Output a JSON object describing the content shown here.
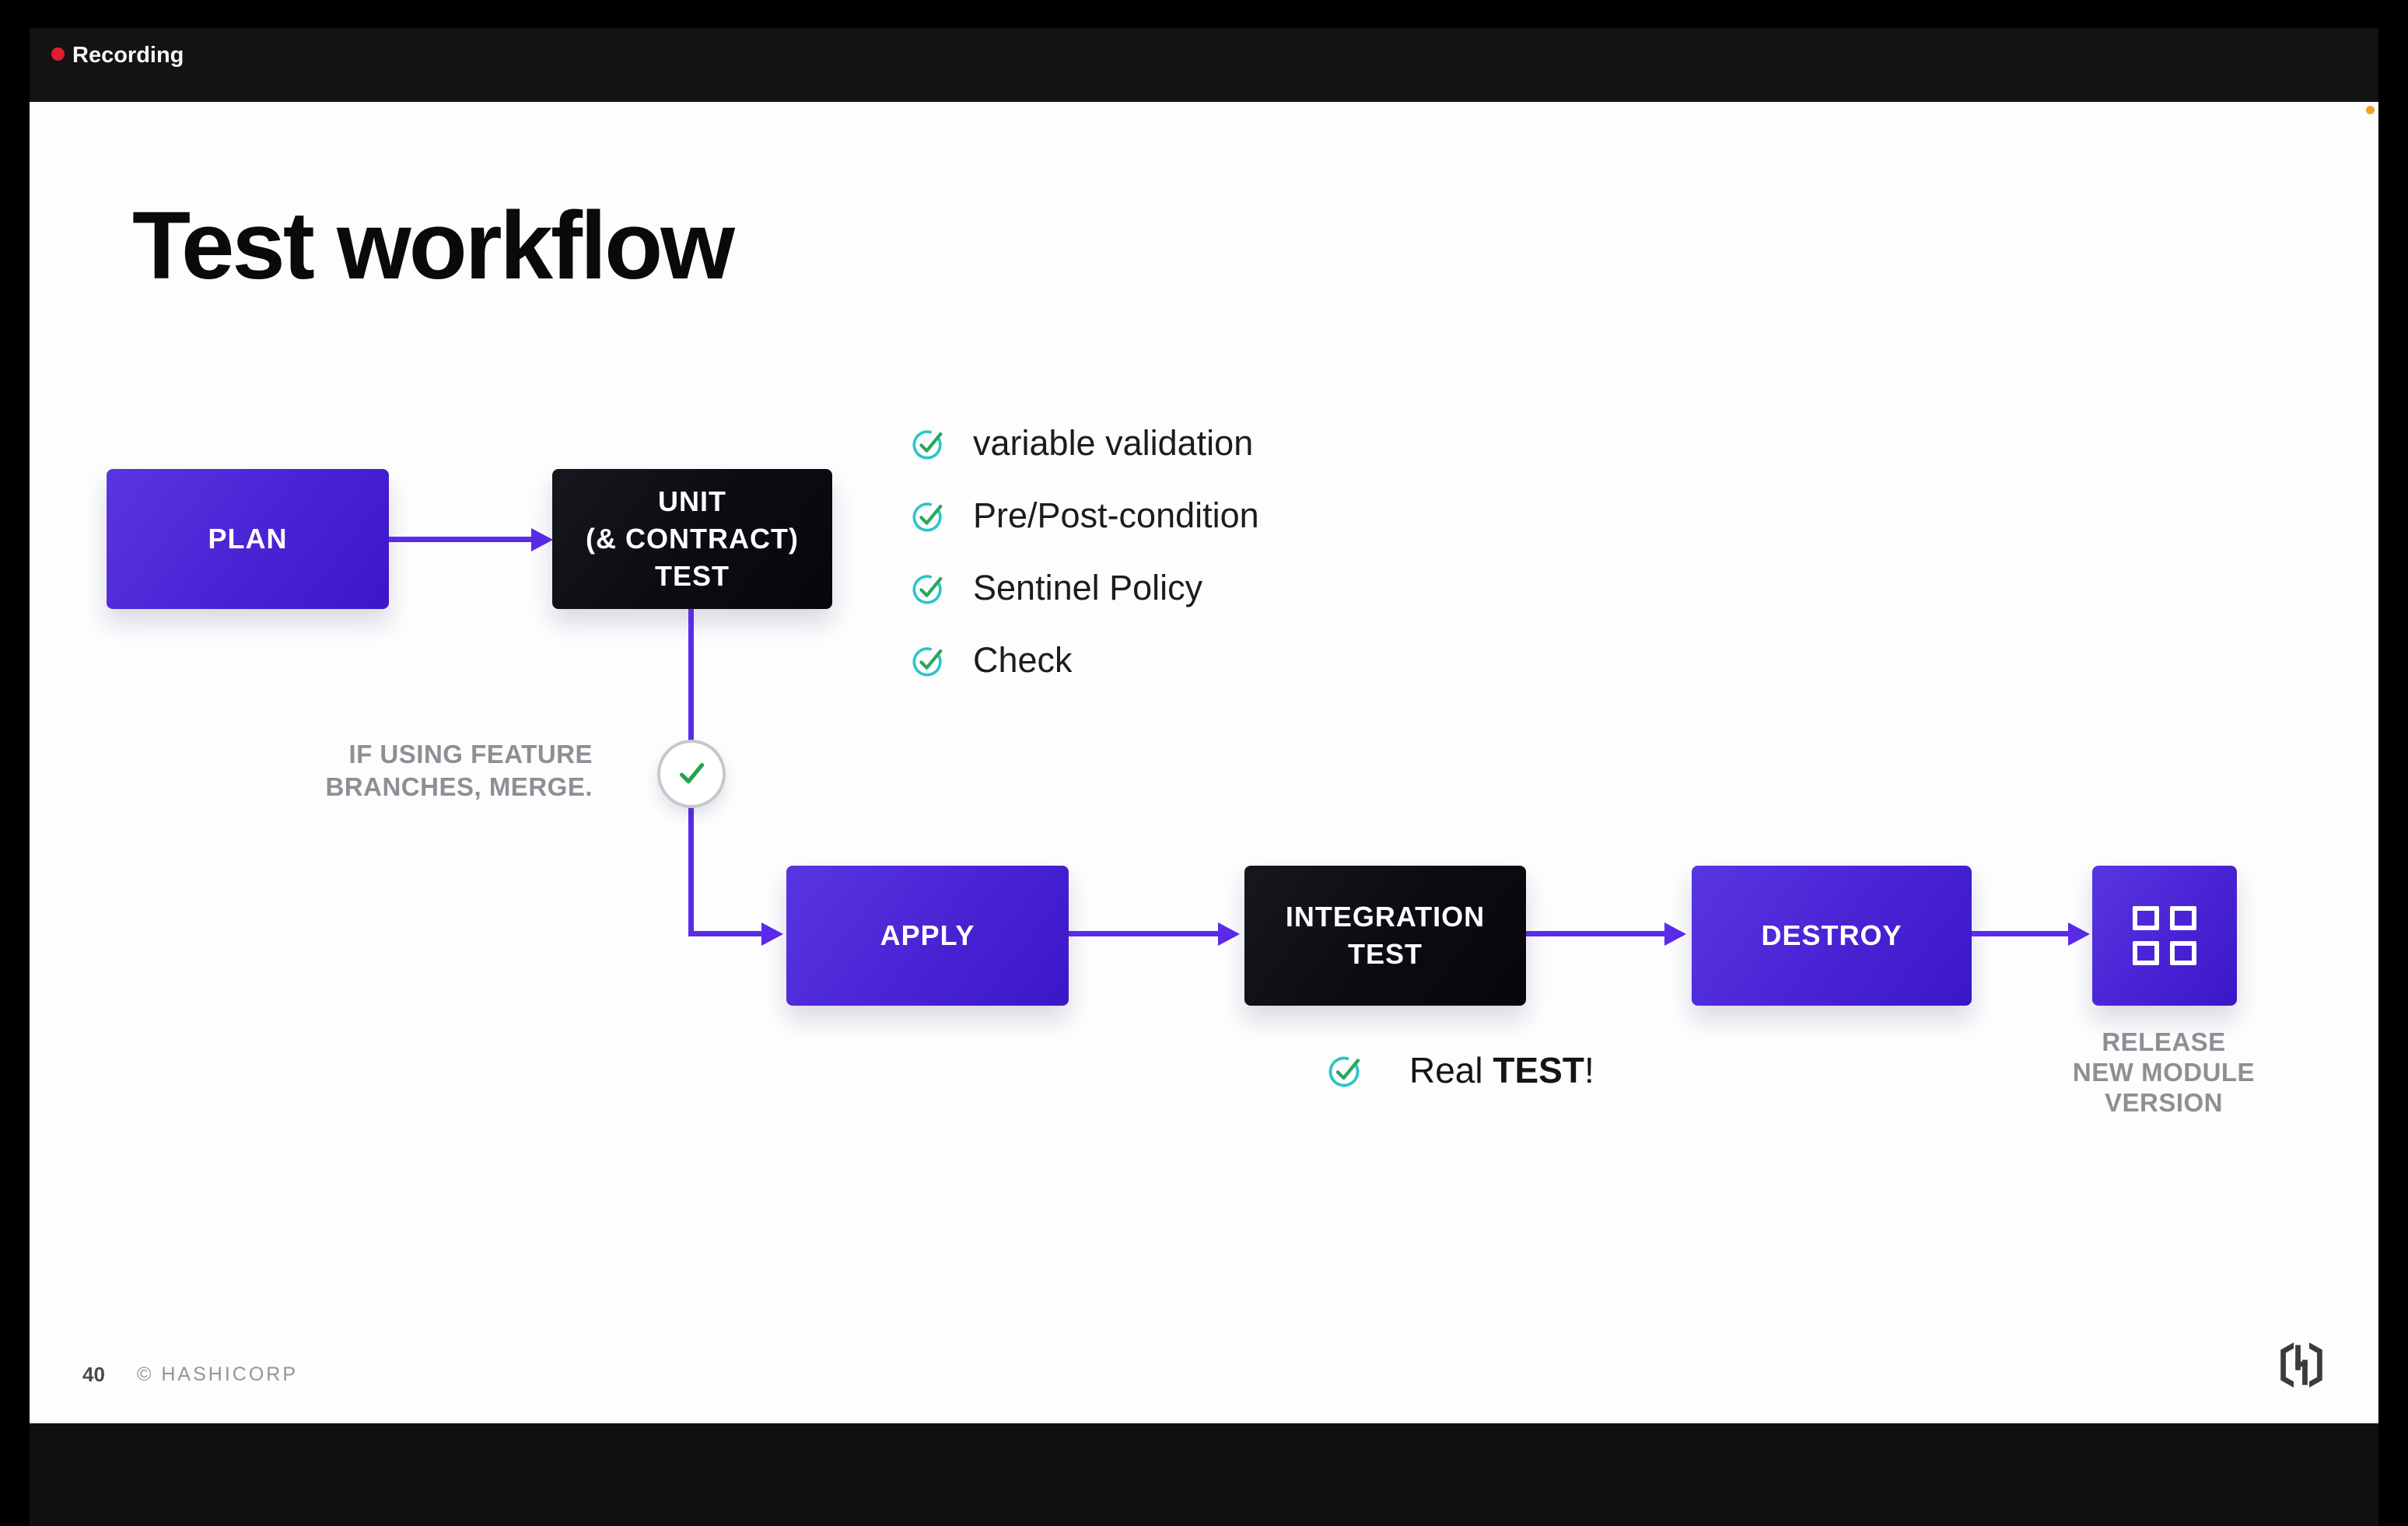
{
  "window": {
    "recording": {
      "label": "Recording",
      "dot_color": "#e01d2d"
    },
    "presence_dot_color": "#f0a22a"
  },
  "slide": {
    "title": "Test workflow",
    "footer": {
      "page_number": "40",
      "copyright": "© HASHICORP"
    },
    "diagram": {
      "nodes": [
        {
          "id": "plan",
          "label": "PLAN",
          "style": "purple"
        },
        {
          "id": "unit-test",
          "style": "dark",
          "lines": [
            "UNIT",
            "(& CONTRACT)",
            "TEST"
          ]
        },
        {
          "id": "apply",
          "label": "APPLY",
          "style": "purple"
        },
        {
          "id": "integration-test",
          "style": "dark",
          "lines": [
            "INTEGRATION",
            "TEST"
          ]
        },
        {
          "id": "destroy",
          "label": "DESTROY",
          "style": "purple"
        },
        {
          "id": "release",
          "style": "purple",
          "icon": "grid-icon"
        }
      ],
      "edges": [
        "plan → unit-test",
        "unit-test → merge-checkpoint → apply",
        "apply → integration-test",
        "integration-test → destroy",
        "destroy → release"
      ],
      "merge_note_lines": [
        "IF USING FEATURE",
        "BRANCHES, MERGE."
      ],
      "merge_checkpoint_icon": "green-check-circle-icon",
      "release_caption_lines": [
        "RELEASE",
        "NEW MODULE",
        "VERSION"
      ]
    },
    "checklist": {
      "icon": "check-circle-icon",
      "items": [
        "variable validation",
        "Pre/Post-condition",
        "Sentinel Policy",
        "Check"
      ]
    },
    "real_test": {
      "prefix": "Real ",
      "emphasis": "TEST",
      "suffix": "!"
    },
    "colors": {
      "accent_purple": "#5b2be9",
      "box_purple_start": "#5935e2",
      "box_purple_end": "#3b17c7",
      "box_dark": "#0c0c12",
      "teal": "#2cc5c6",
      "green": "#21a64f",
      "gray_label": "#8e8e95",
      "recording_red": "#e01d2d",
      "presence_amber": "#f0a22a"
    }
  }
}
